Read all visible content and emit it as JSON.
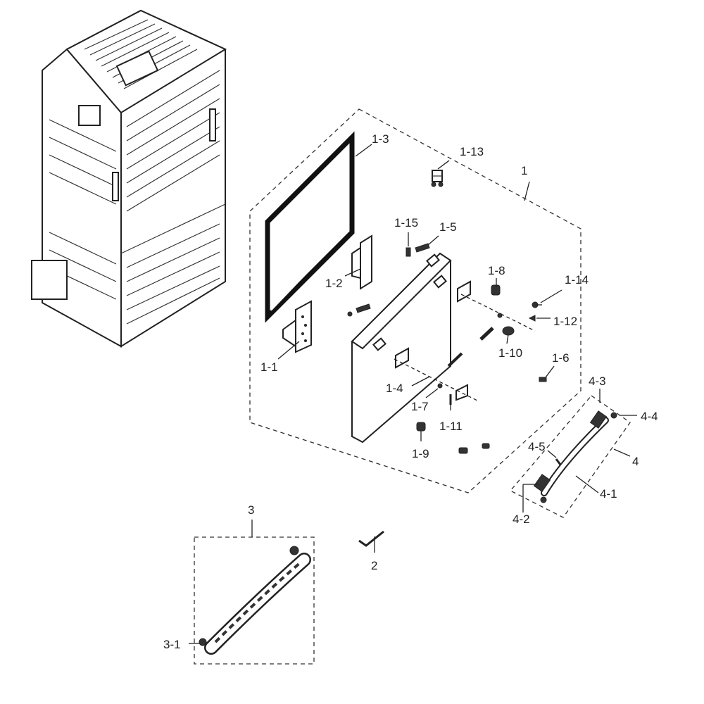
{
  "colors": {
    "ink": "#222222",
    "background": "#ffffff"
  },
  "labels": {
    "l1": "1",
    "l1_1": "1-1",
    "l1_2": "1-2",
    "l1_3": "1-3",
    "l1_4": "1-4",
    "l1_5": "1-5",
    "l1_6": "1-6",
    "l1_7": "1-7",
    "l1_8": "1-8",
    "l1_9": "1-9",
    "l1_10": "1-10",
    "l1_11": "1-11",
    "l1_12": "1-12",
    "l1_13": "1-13",
    "l1_14": "1-14",
    "l1_15": "1-15",
    "l2": "2",
    "l3": "3",
    "l3_1": "3-1",
    "l4": "4",
    "l4_1": "4-1",
    "l4_2": "4-2",
    "l4_3": "4-3",
    "l4_4": "4-4",
    "l4_5": "4-5"
  }
}
